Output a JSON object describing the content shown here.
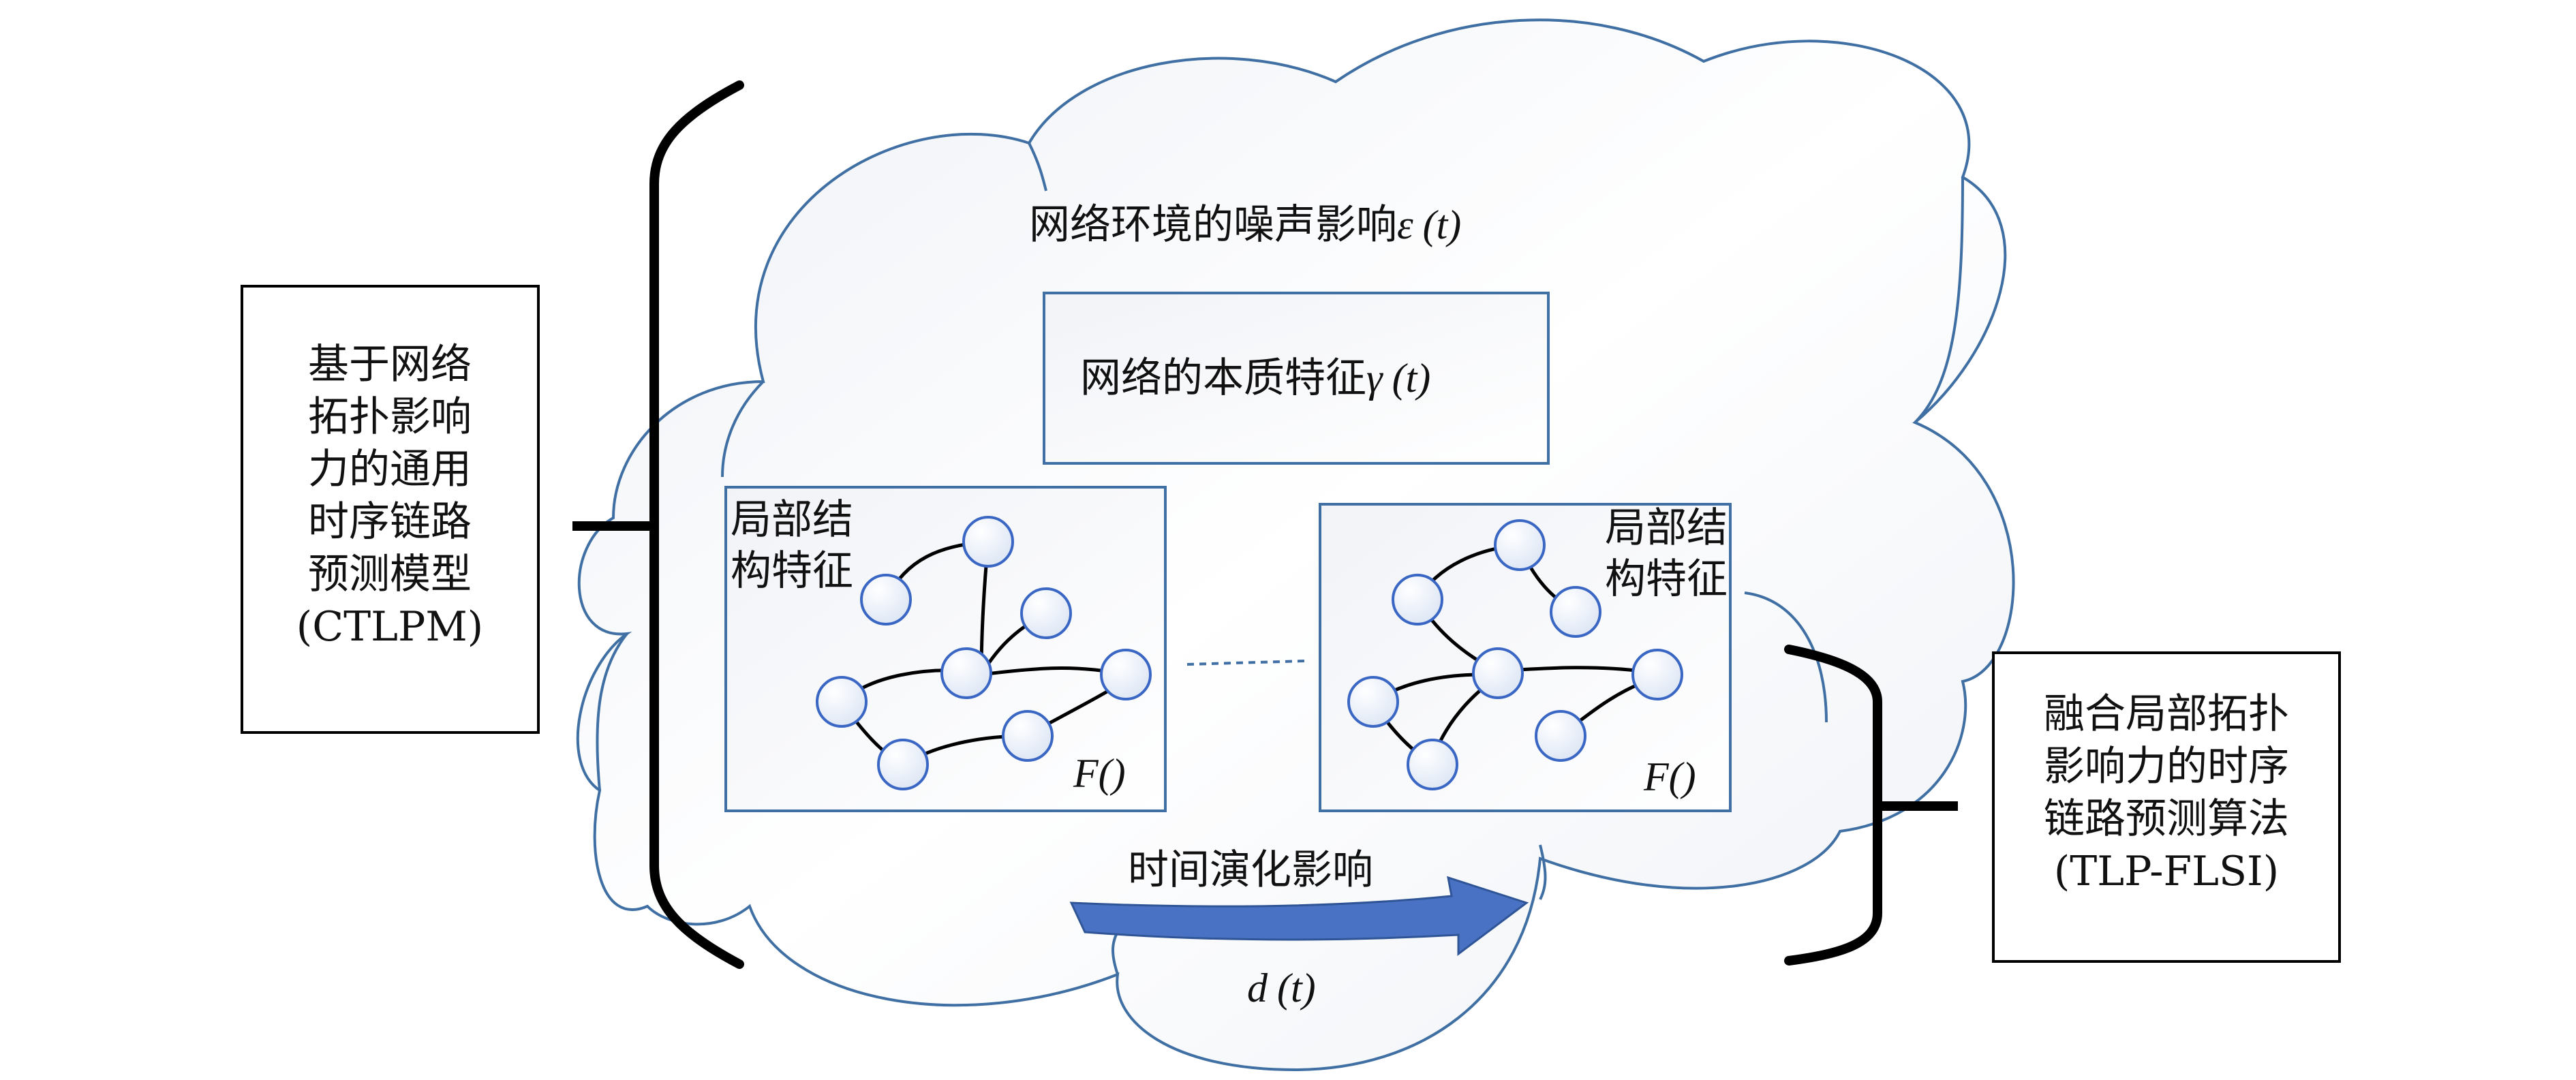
{
  "diagram": {
    "left_box": {
      "lines": [
        "基于网络",
        "拓扑影响",
        "力的通用",
        "时序链路",
        "预测模型",
        "(CTLPM)"
      ]
    },
    "right_box": {
      "lines": [
        "融合局部拓扑",
        "影响力的时序",
        "链路预测算法",
        "(TLP-FLSI)"
      ]
    },
    "cloud": {
      "noise_label": "网络环境的噪声影响",
      "noise_symbol": "ε",
      "noise_arg": "(t)",
      "essence_label": "网络的本质特征",
      "essence_symbol": "γ",
      "essence_arg": "(t)"
    },
    "left_graph_panel": {
      "title_lines": [
        "局部结",
        "构特征"
      ],
      "function_label": "F()"
    },
    "right_graph_panel": {
      "title_lines": [
        "局部结",
        "构特征"
      ],
      "function_label": "F()"
    },
    "time_evolution": {
      "label": "时间演化影响",
      "symbol": "d",
      "arg": "(t)"
    },
    "colors": {
      "cloud_stroke": "#3f6fa3",
      "cloud_fill": "#f4f6fa",
      "node_stroke": "#3a66c4",
      "arrow_fill": "#4a72c4",
      "bracket": "#000000"
    }
  }
}
